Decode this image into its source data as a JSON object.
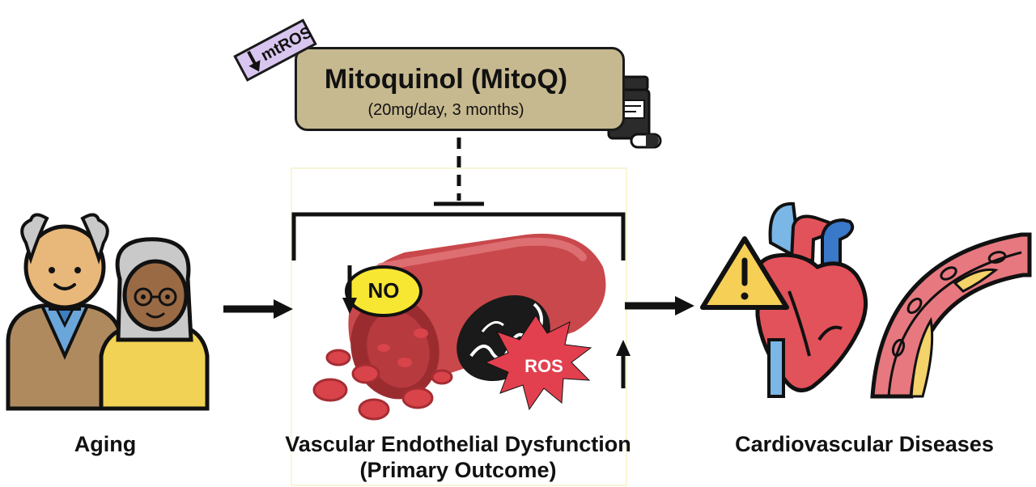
{
  "drug": {
    "name": "Mitoquinol (MitoQ)",
    "dose": "(20mg/day, 3 months)",
    "badge": "mtROS"
  },
  "nodes": {
    "aging": "Aging",
    "vascular_line1": "Vascular Endothelial Dysfunction",
    "vascular_line2": "(Primary Outcome)",
    "cvd": "Cardiovascular Diseases"
  },
  "vessel_labels": {
    "no": "NO",
    "ros": "ROS"
  },
  "colors": {
    "drug_box": "#c7b98f",
    "badge": "#d9c6f0",
    "vessel": "#c8484b",
    "blood_cell": "#d9434a",
    "no_bubble": "#f7e733",
    "ros_burst": "#e2404f",
    "heart": "#e2525a",
    "artery_wall": "#e7787f",
    "plaque": "#f3d36a",
    "warning": "#f6cf57",
    "skin": "#e8b77a",
    "jacket": "#b08a5f",
    "shirt": "#6aa6d9",
    "sweater": "#f2d254",
    "hair_gray": "#c9c9c9"
  },
  "icons": [
    "elderly-couple-icon",
    "pill-bottle-icon",
    "blood-vessel-icon",
    "mitochondria-icon",
    "heart-icon",
    "warning-icon",
    "artery-plaque-icon",
    "down-arrow-icon",
    "up-arrow-icon",
    "inhibition-icon"
  ]
}
